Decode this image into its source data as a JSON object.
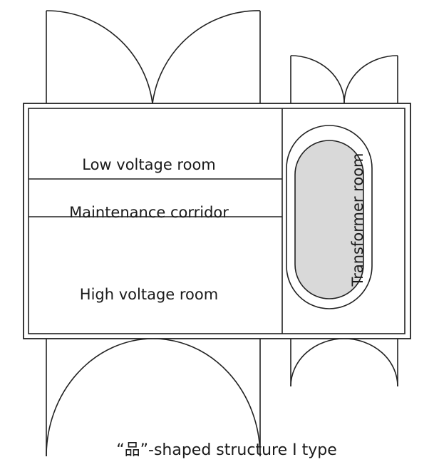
{
  "rooms": {
    "low_voltage": "Low voltage room",
    "maintenance": "Maintenance corridor",
    "high_voltage": "High voltage room",
    "transformer": "Transformer room"
  },
  "caption": "“品”-shaped structure I type"
}
